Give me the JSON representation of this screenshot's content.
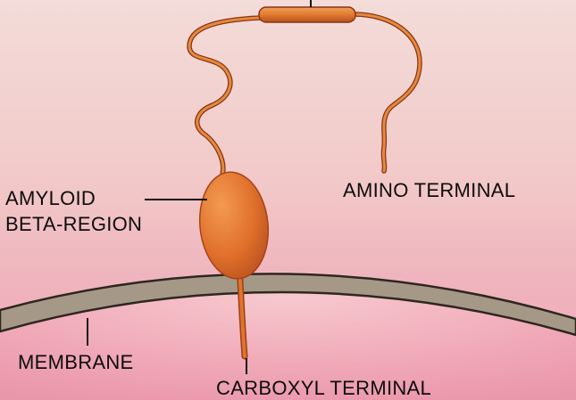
{
  "labels": {
    "amyloid_line1": "AMYLOID",
    "amyloid_line2": "BETA-REGION",
    "amino_terminal": "AMINO TERMINAL",
    "membrane": "MEMBRANE",
    "carboxyl_terminal": "CARBOXYL TERMINAL"
  },
  "colors": {
    "background_top": "#f3dcd9",
    "background_bottom": "#f0a7b6",
    "membrane_band": "#a59886",
    "membrane_edge": "#2e2620",
    "protein": "#e0742a",
    "protein_dark": "#a8421a",
    "leader_line": "#111111"
  }
}
